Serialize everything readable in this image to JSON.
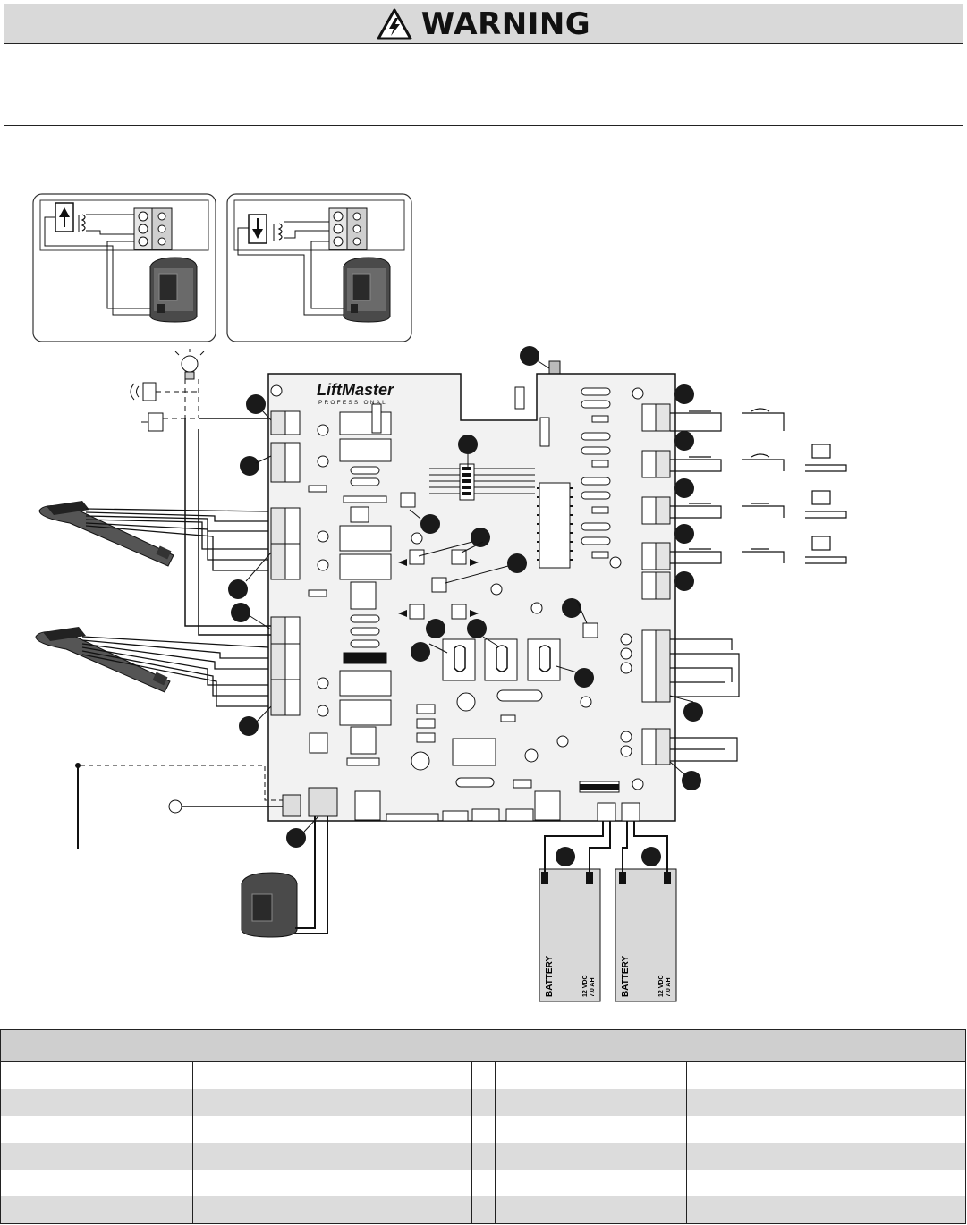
{
  "warning": {
    "title": "WARNING",
    "icon": "electric-shock-warning-icon"
  },
  "diagram": {
    "logo": {
      "brand": "LiftMaster",
      "sub": "PROFESSIONAL"
    },
    "batteries": [
      {
        "label": "BATTERY",
        "spec_line1": "12 VDC",
        "spec_line2": "7.0 AH"
      },
      {
        "label": "BATTERY",
        "spec_line1": "12 VDC",
        "spec_line2": "7.0 AH"
      }
    ],
    "icons": [
      "light-bulb-icon",
      "alarm-icon",
      "solenoid-lock-icon",
      "gate-actuator-icon",
      "transformer-icon",
      "ground-rod-icon",
      "ground-icon",
      "antenna-icon",
      "photo-eye-icon"
    ],
    "colors": {
      "outline": "#222222",
      "panel": "#f2f2f2",
      "callout": "#222222"
    }
  },
  "table": {
    "rows": 6
  }
}
